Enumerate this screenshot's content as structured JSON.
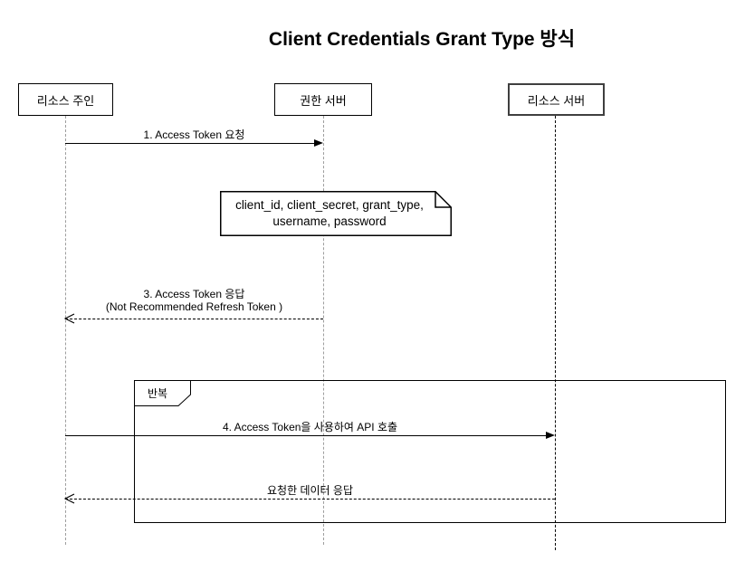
{
  "diagram": {
    "type": "sequence-diagram",
    "title": "Client Credentials Grant Type 방식",
    "actors": [
      {
        "label": "리소스 주인"
      },
      {
        "label": "권한 서버"
      },
      {
        "label": "리소스 서버"
      }
    ],
    "messages": [
      {
        "label": "1. Access Token 요청",
        "from": "리소스 주인",
        "to": "권한 서버",
        "style": "solid-filled-arrow"
      },
      {
        "label": "3. Access Token 응답",
        "sublabel": "(Not Recommended Refresh Token )",
        "from": "권한 서버",
        "to": "리소스 주인",
        "style": "dashed-open-arrow"
      },
      {
        "label": "4. Access Token을 사용하여 API 호출",
        "from": "리소스 주인",
        "to": "리소스 서버",
        "style": "solid-filled-arrow"
      },
      {
        "label": "요청한 데이터 응답",
        "from": "리소스 서버",
        "to": "리소스 주인",
        "style": "dashed-open-arrow"
      }
    ],
    "note": {
      "line1": "client_id, client_secret, grant_type,",
      "line2": "username, password"
    },
    "loop": {
      "label": "반복"
    },
    "colors": {
      "background": "#ffffff",
      "line": "#000000",
      "lifeline_gray": "#9e9e9e"
    }
  }
}
